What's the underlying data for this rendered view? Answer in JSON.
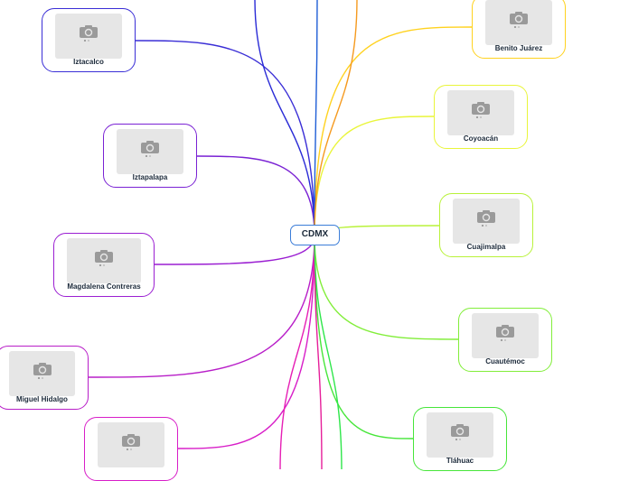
{
  "root": {
    "label": "CDMX",
    "color": "#3b7dd8"
  },
  "camera_icon": "camera-icon",
  "nodes": [
    {
      "label": "Iztacalco",
      "color": "#3a2ed6"
    },
    {
      "label": "Iztapalapa",
      "color": "#7a22d4"
    },
    {
      "label": "Magdalena Contreras",
      "color": "#9b1fd2"
    },
    {
      "label": "Miguel Hidalgo",
      "color": "#b81ec8"
    },
    {
      "label": "",
      "color": "#d81ec8"
    },
    {
      "label": "Benito Juárez",
      "color": "#ffd21f"
    },
    {
      "label": "Coyoacán",
      "color": "#e9f53a"
    },
    {
      "label": "Cuajimalpa",
      "color": "#b9f23a"
    },
    {
      "label": "Cuautémoc",
      "color": "#82ee3a"
    },
    {
      "label": "Tláhuac",
      "color": "#47e63a"
    }
  ],
  "extra_edge_colors": [
    "#2a2bd6",
    "#1f5ed6",
    "#f59a1f",
    "#e61fb5",
    "#e61f9a",
    "#2ee64a"
  ]
}
